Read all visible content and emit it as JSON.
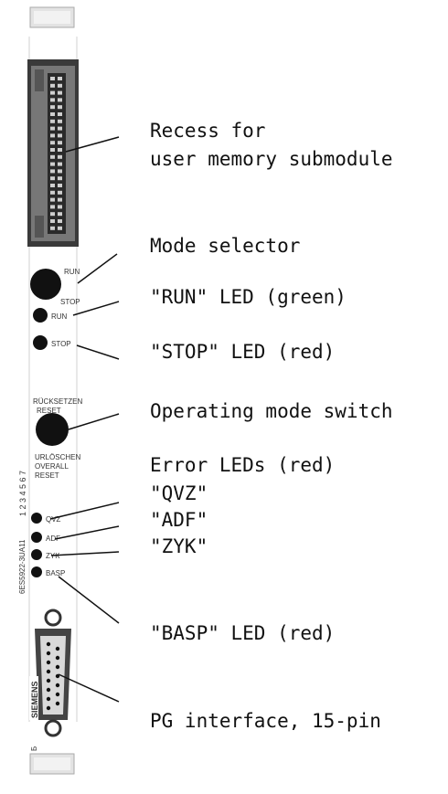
{
  "callouts": {
    "recess_line1": "Recess for",
    "recess_line2": "user memory submodule",
    "mode_selector": "Mode selector",
    "run_led": "\"RUN\" LED (green)",
    "stop_led": "\"STOP\" LED (red)",
    "operating_mode_switch": "Operating mode switch",
    "error_leds": "Error LEDs (red)",
    "qvz": "\"QVZ\"",
    "adf": "\"ADF\"",
    "zyk": "\"ZYK\"",
    "basp_led": "\"BASP\" LED (red)",
    "pg_interface": "PG interface, 15-pin"
  },
  "panel": {
    "run_label": "RUN",
    "stop_label": "STOP",
    "run_led_label": "RUN",
    "stop_led_label": "STOP",
    "ruecksetzen": "RÜCKSETZEN",
    "reset": "RESET",
    "urloeschen": "URLÖSCHEN",
    "overall": "OVERALL",
    "reset2": "RESET",
    "qvz": "QVZ",
    "adf": "ADF",
    "zyk": "ZYK",
    "basp": "BASP",
    "part_number": "6ES5922-3UA11",
    "brand": "SIEMENS",
    "code": "1 2 3 4 5 6 7"
  },
  "colors": {
    "led": "#111111",
    "ink": "#111111",
    "panel_gray": "#bfbfbf"
  }
}
